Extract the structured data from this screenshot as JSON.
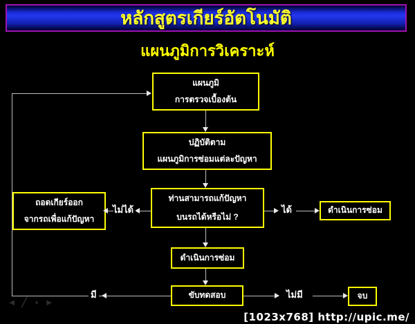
{
  "title": "หลักสูตรเกียร์อัตโนมัติ",
  "subtitle": "แผนภูมิการวิเคราะห์",
  "flowchart": {
    "box_preliminary": {
      "line1": "แผนภูมิ",
      "line2": "การตรวจเบื้องต้น"
    },
    "box_follow": {
      "line1": "ปฏิบัติตาม",
      "line2": "แผนภูมิการซ่อมแต่ละปัญหา"
    },
    "box_decision": {
      "line1": "ท่านสามารถแก้ปัญหา",
      "line2": "บนรถได้หรือไม่ ?"
    },
    "box_remove": {
      "line1": "ถอดเกียร์ออก",
      "line2": "จากรถเพื่อแก้ปัญหา"
    },
    "box_repair_right": {
      "label": "ดำเนินการซ่อม"
    },
    "box_repair_mid": {
      "label": "ดำเนินการซ่อม"
    },
    "box_test": {
      "label": "ขับทดสอบ"
    },
    "box_end": {
      "label": "จบ"
    },
    "label_cannot": "ไม่ได้",
    "label_can": "ได้",
    "label_has": "มี",
    "label_none": "ไม่มี"
  },
  "nav_icons": {
    "back": "◄",
    "pen": "╱",
    "menu": "▪",
    "forward": "►"
  },
  "watermark": "[1023x768] http://upic.me/",
  "colors": {
    "background": "#000000",
    "box_border": "#ffff00",
    "box_text": "#ffffff",
    "connector": "#bfbfbf",
    "title_text": "#ffff2e",
    "banner_blue": "#2437ee",
    "banner_border": "#a012b4",
    "subtitle_text": "#ffff00"
  }
}
